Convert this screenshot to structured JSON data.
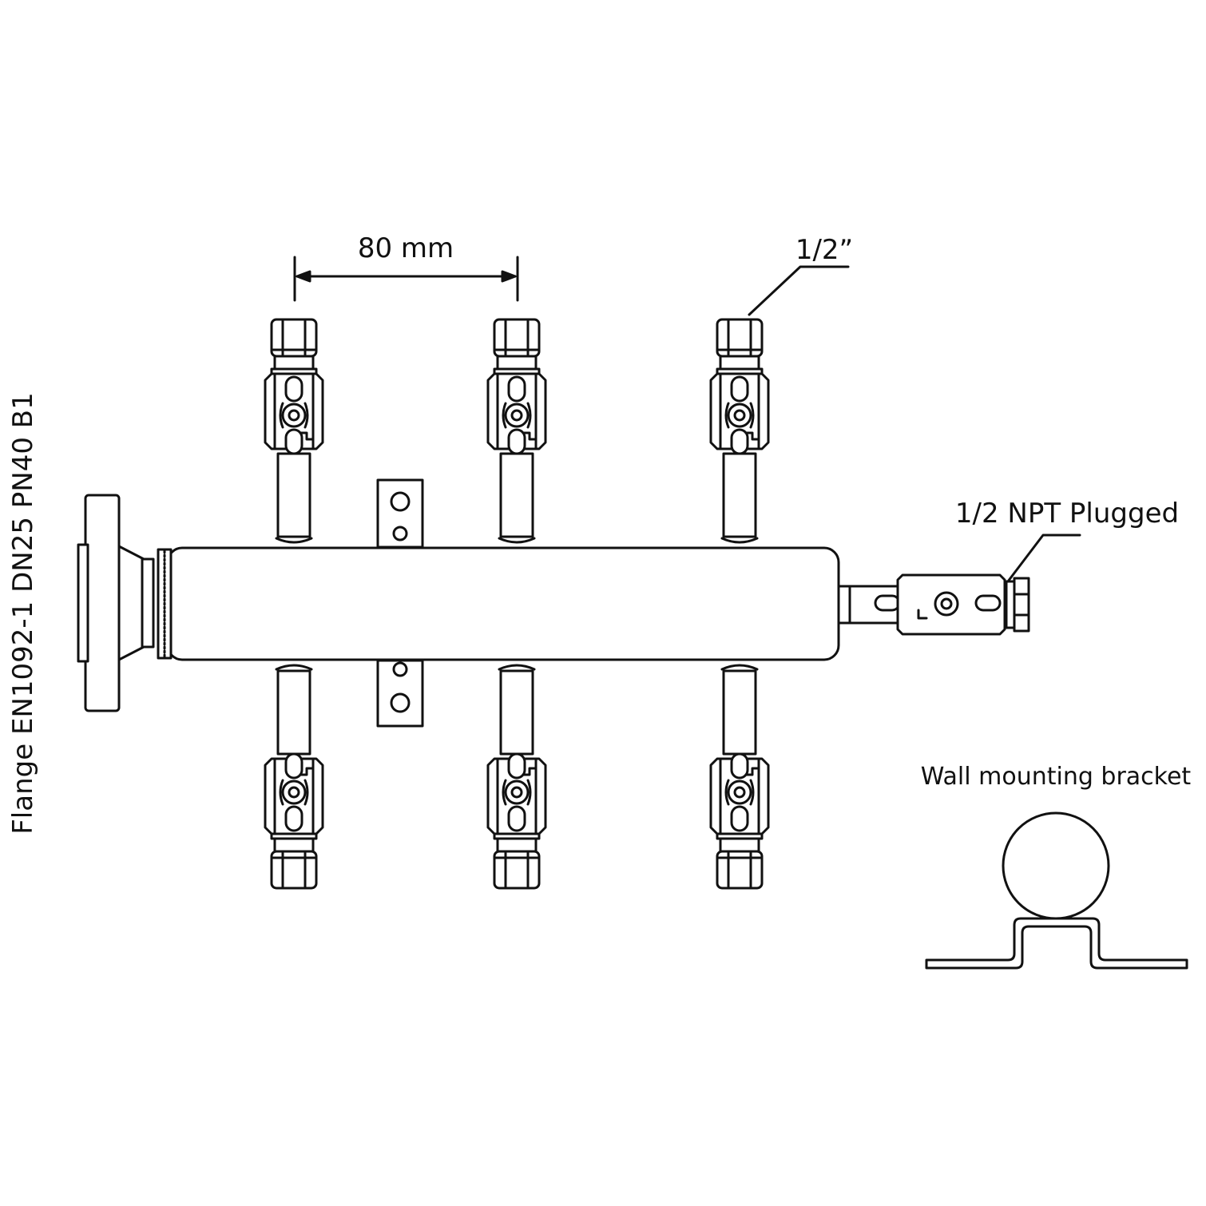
{
  "labels": {
    "spacing": "80 mm",
    "port_size": "1/2”",
    "plug": "1/2 NPT Plugged",
    "bracket": "Wall mounting bracket",
    "flange": "Flange EN1092-1 DN25 PN40 B1"
  },
  "colors": {
    "line": "#111111",
    "fill": "#ffffff"
  }
}
